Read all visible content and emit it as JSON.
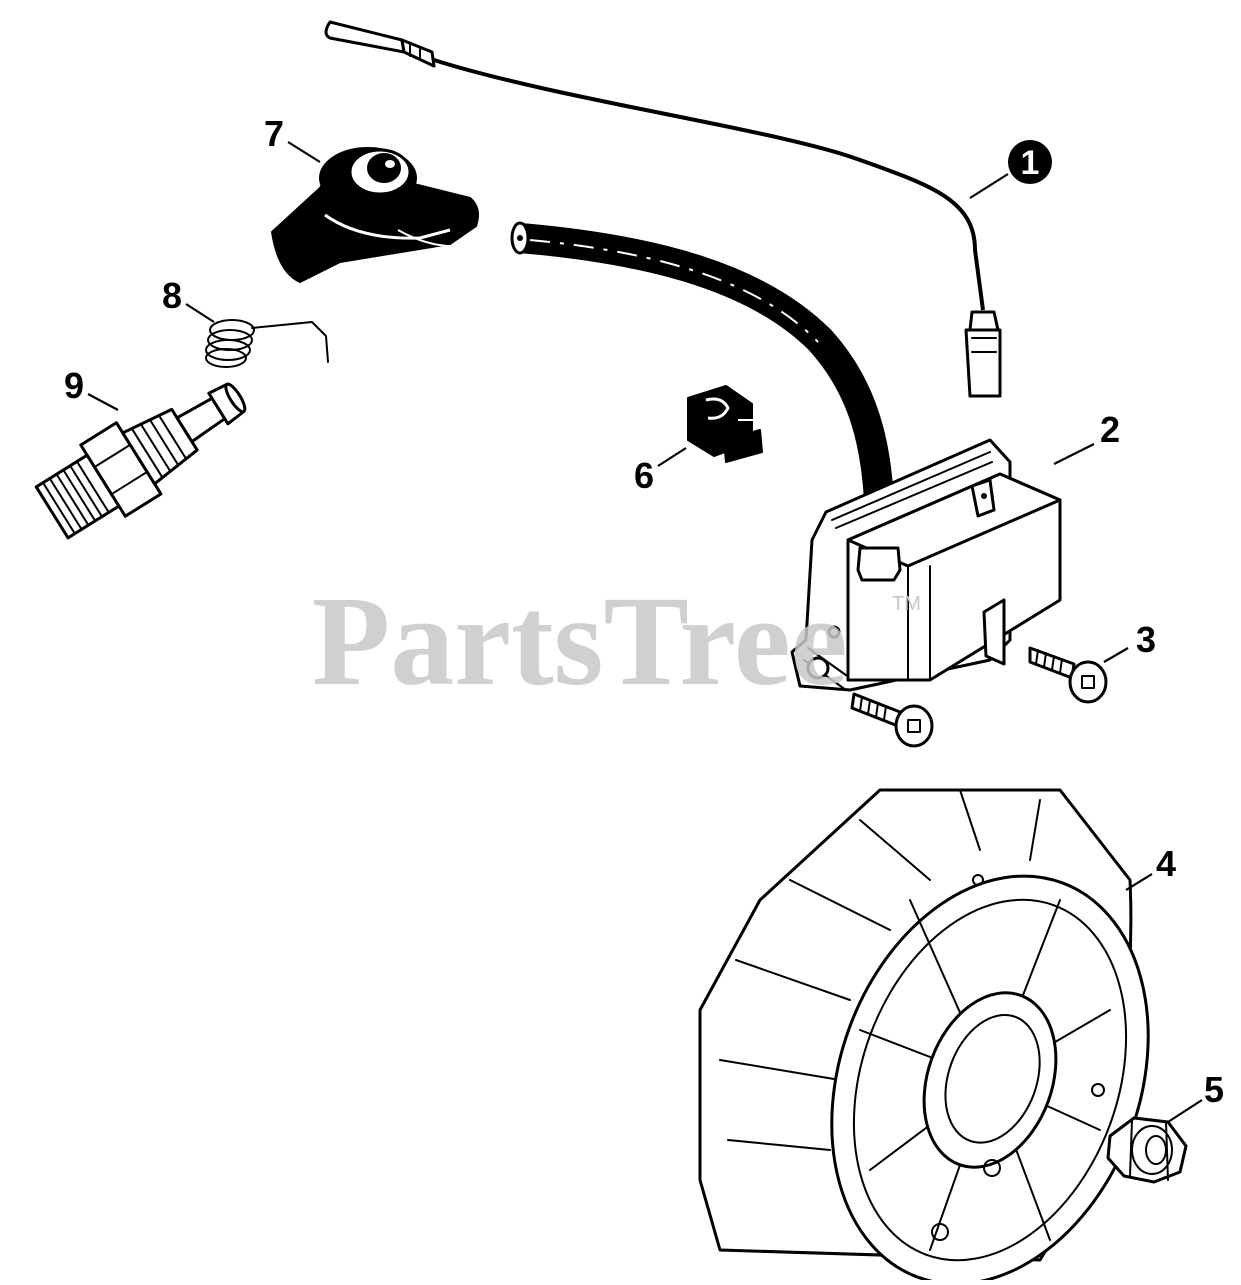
{
  "watermark": {
    "text": "PartsTree",
    "trademark": "TM"
  },
  "callouts": [
    {
      "id": "1",
      "label": "1",
      "style": "inverted"
    },
    {
      "id": "2",
      "label": "2",
      "style": "plain"
    },
    {
      "id": "3",
      "label": "3",
      "style": "plain"
    },
    {
      "id": "4",
      "label": "4",
      "style": "plain"
    },
    {
      "id": "5",
      "label": "5",
      "style": "plain"
    },
    {
      "id": "6",
      "label": "6",
      "style": "plain"
    },
    {
      "id": "7",
      "label": "7",
      "style": "plain"
    },
    {
      "id": "8",
      "label": "8",
      "style": "plain"
    },
    {
      "id": "9",
      "label": "9",
      "style": "plain"
    }
  ],
  "colors": {
    "ink": "#000000",
    "paper": "#ffffff",
    "watermark": "#c8c8c8"
  }
}
